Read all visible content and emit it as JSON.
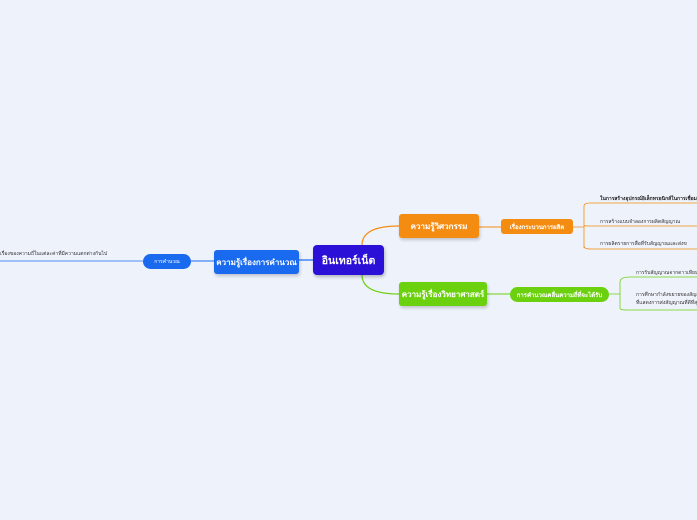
{
  "root": {
    "label": "อินเทอร์เน็ต"
  },
  "branches": {
    "engineering": {
      "label": "ความรู้วิศวกรรม",
      "color": "#f58c12",
      "sub": {
        "label": "เรื่องกระบวนการผลิต",
        "leaves": [
          "ในการสร้างอุปกรณ์อิเล็กทรอนิกส์ในการเชื่อม",
          "การสร้างแบบจำลองการผลิตสัญญาณ",
          "การผลิตรายการสื่อที่รับสัญญาณและส่งข"
        ]
      }
    },
    "science": {
      "label": "ความรู้เรื่องวิทยาศาสตร์",
      "color": "#6bd10f",
      "sub": {
        "label": "การคำนวณคลื่นความถี่ที่จะได้รับ",
        "leaves": [
          "การรับสัญญาณจากดาวเทียม",
          "การศึกษากำลังขยายของสัญญาณไฟฟ้า",
          "ที่แสดงการส่งสัญญาณที่ดีที่สุด"
        ]
      }
    },
    "calculation": {
      "label": "ความรู้เรื่องการคำนวณ",
      "color": "#1a6af0",
      "sub": {
        "label": "การคำนวณ",
        "leaves": [
          "เรื่องของความถี่ในแต่ละค่าที่มีความแตกต่างกันไป"
        ]
      }
    }
  }
}
